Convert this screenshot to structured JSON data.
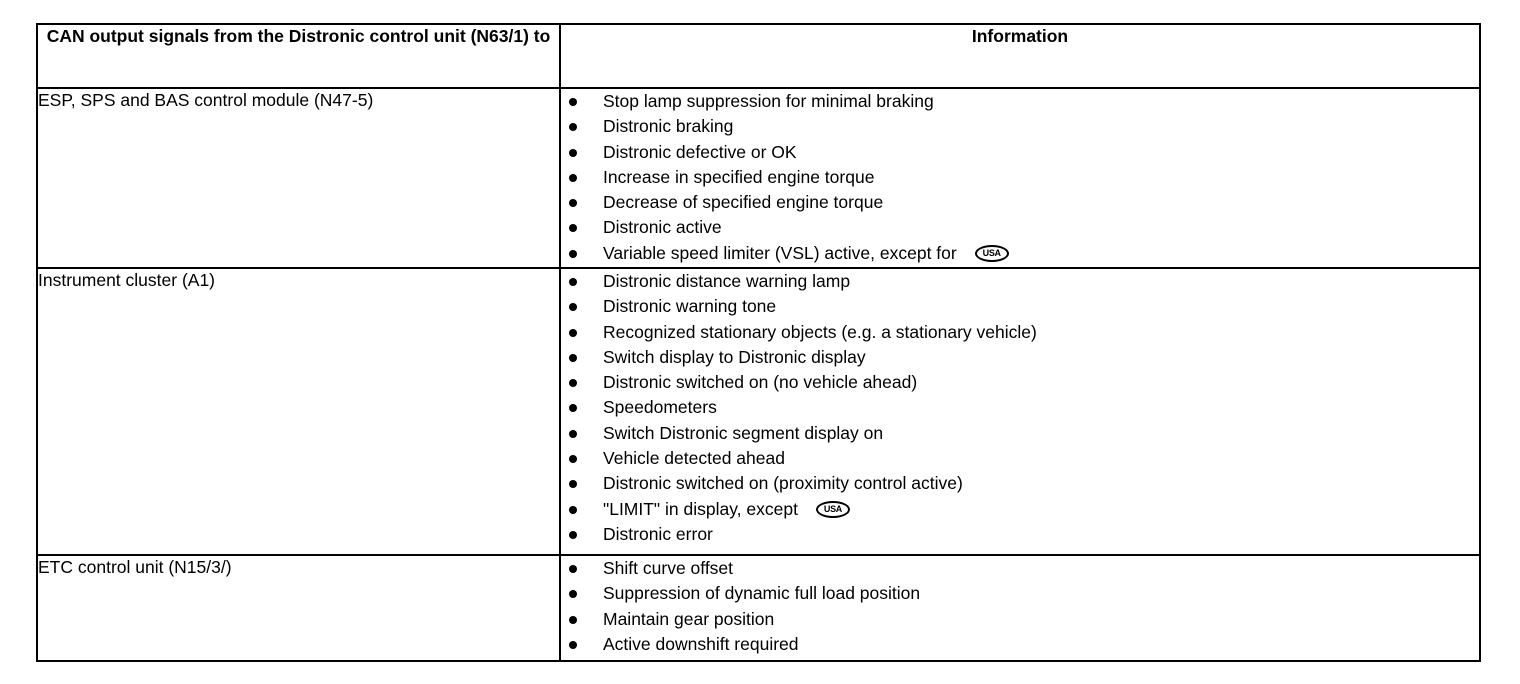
{
  "table": {
    "headers": {
      "signal_source": "CAN output signals from the Distronic control unit (N63/1) to",
      "information": "Information"
    },
    "rows": [
      {
        "target": "ESP, SPS and BAS control module (N47-5)",
        "items": [
          {
            "text": "Stop lamp suppression for minimal braking",
            "badge": ""
          },
          {
            "text": "Distronic braking",
            "badge": ""
          },
          {
            "text": "Distronic defective or OK",
            "badge": ""
          },
          {
            "text": "Increase in specified engine torque",
            "badge": ""
          },
          {
            "text": "Decrease of specified engine torque",
            "badge": ""
          },
          {
            "text": "Distronic active",
            "badge": ""
          },
          {
            "text": "Variable speed limiter (VSL) active, except for",
            "badge": "USA"
          }
        ]
      },
      {
        "target": "Instrument cluster (A1)",
        "items": [
          {
            "text": "Distronic distance warning lamp",
            "badge": ""
          },
          {
            "text": "Distronic warning tone",
            "badge": ""
          },
          {
            "text": "Recognized stationary objects (e.g. a stationary vehicle)",
            "badge": ""
          },
          {
            "text": "Switch display to Distronic display",
            "badge": ""
          },
          {
            "text": "Distronic switched on (no vehicle ahead)",
            "badge": ""
          },
          {
            "text": "Speedometers",
            "badge": ""
          },
          {
            "text": "Switch Distronic segment display on",
            "badge": ""
          },
          {
            "text": "Vehicle detected ahead",
            "badge": ""
          },
          {
            "text": "Distronic switched on (proximity control active)",
            "badge": ""
          },
          {
            "text": "\"LIMIT\" in display, except",
            "badge": "USA"
          },
          {
            "text": "Distronic error",
            "badge": ""
          }
        ]
      },
      {
        "target": "ETC control unit (N15/3/)",
        "items": [
          {
            "text": "Shift curve offset",
            "badge": ""
          },
          {
            "text": "Suppression of dynamic full load position",
            "badge": ""
          },
          {
            "text": "Maintain gear position",
            "badge": ""
          },
          {
            "text": "Active downshift required",
            "badge": ""
          }
        ]
      }
    ]
  },
  "colors": {
    "text": "#000000",
    "background": "#ffffff",
    "border": "#000000"
  }
}
